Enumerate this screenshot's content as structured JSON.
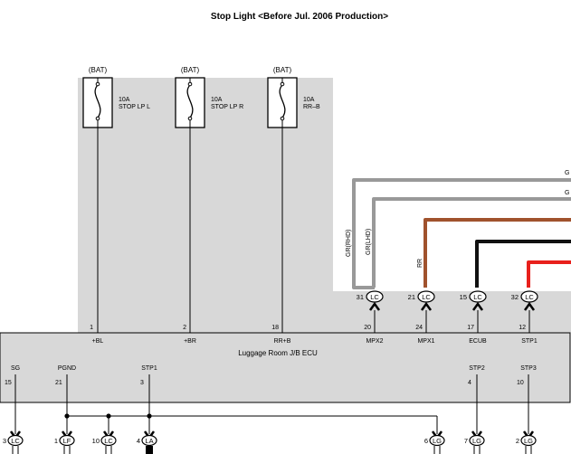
{
  "title": "Stop Light <Before Jul. 2006 Production>",
  "fuses": [
    {
      "supply": "(BAT)",
      "amp": "10A",
      "name": "STOP LP L"
    },
    {
      "supply": "(BAT)",
      "amp": "10A",
      "name": "STOP LP R"
    },
    {
      "supply": "(BAT)",
      "amp": "10A",
      "name": "RR–B"
    }
  ],
  "wires": {
    "gr_rhd": "GR(RHD)",
    "gr_lhd": "GR(LHD)",
    "rr": "RR",
    "edge_g1": "G",
    "edge_g2": "G"
  },
  "upper_connectors": [
    {
      "pin": "31",
      "code": "LC"
    },
    {
      "pin": "21",
      "code": "LC"
    },
    {
      "pin": "15",
      "code": "LC"
    },
    {
      "pin": "32",
      "code": "LC"
    }
  ],
  "ecu": {
    "name": "Luggage Room J/B ECU",
    "top_pins": [
      {
        "num": "1",
        "label": "+BL"
      },
      {
        "num": "2",
        "label": "+BR"
      },
      {
        "num": "18",
        "label": "RR+B"
      },
      {
        "num": "20",
        "label": "MPX2"
      },
      {
        "num": "24",
        "label": "MPX1"
      },
      {
        "num": "17",
        "label": "ECUB"
      },
      {
        "num": "12",
        "label": "STP1"
      }
    ],
    "bottom_pins": [
      {
        "label": "SG",
        "num": "15"
      },
      {
        "label": "PGND",
        "num": "21"
      },
      {
        "label": "STP1",
        "num": "3"
      },
      {
        "label": "STP2",
        "num": "4"
      },
      {
        "label": "STP3",
        "num": "10"
      }
    ]
  },
  "lower_connectors": [
    {
      "pin": "3",
      "code": "LC"
    },
    {
      "pin": "1",
      "code": "LF"
    },
    {
      "pin": "10",
      "code": "LC"
    },
    {
      "pin": "4",
      "code": "LA"
    },
    {
      "pin": "6",
      "code": "LG"
    },
    {
      "pin": "7",
      "code": "LG"
    },
    {
      "pin": "2",
      "code": "LG"
    }
  ],
  "colors": {
    "junction_block_bg": "#d8d8d8",
    "wire_gray": "#999999",
    "wire_brown": "#a0522d",
    "wire_black": "#111111",
    "wire_red": "#e8201c"
  }
}
